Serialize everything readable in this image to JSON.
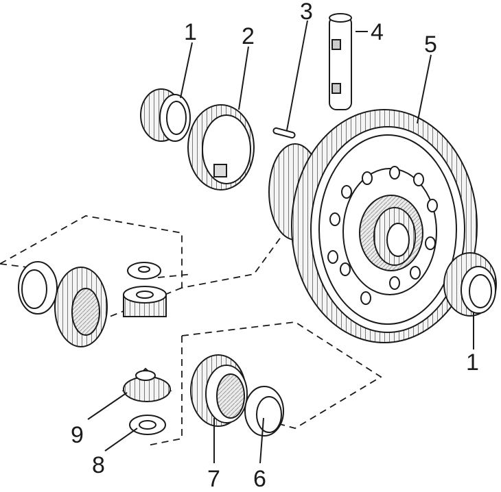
{
  "diagram": {
    "callouts": [
      "1",
      "2",
      "3",
      "4",
      "5",
      "1",
      "9",
      "8",
      "7",
      "6"
    ]
  }
}
